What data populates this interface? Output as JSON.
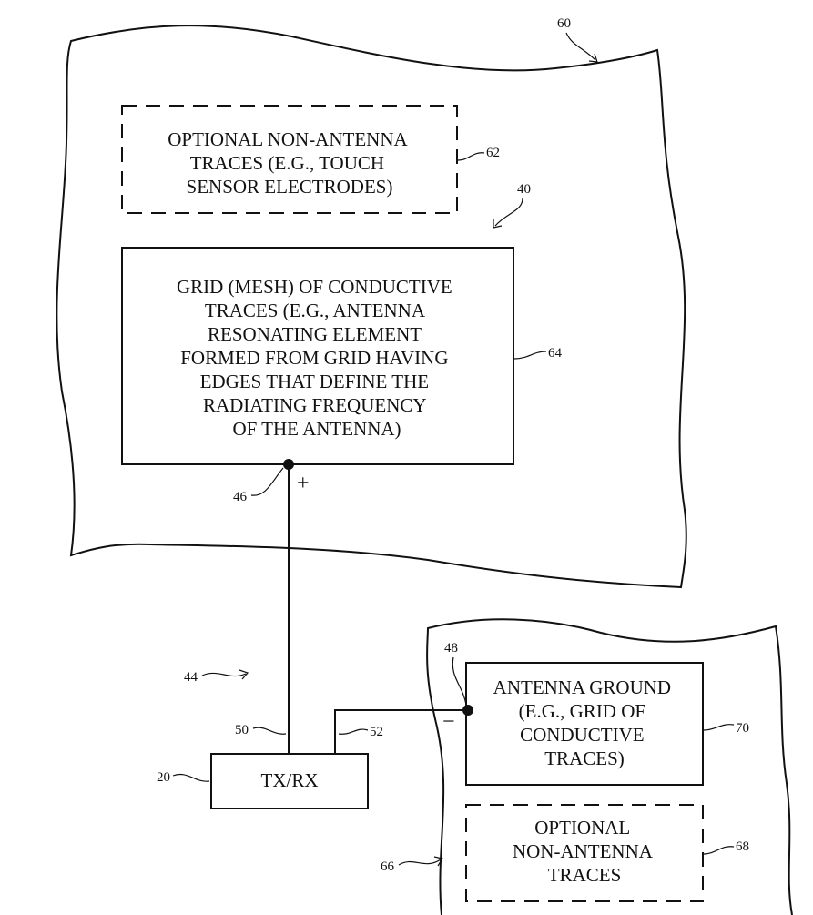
{
  "references": {
    "substrate_top": "60",
    "optional_traces_top": "62",
    "antenna_structure": "40",
    "grid_traces": "64",
    "feed_positive": "46",
    "antenna": "44",
    "path_50": "50",
    "path_52": "52",
    "transceiver": "20",
    "feed_negative": "48",
    "ground": "70",
    "optional_traces_bottom": "68",
    "substrate_bottom": "66"
  },
  "boxes": {
    "optional_top": {
      "lines": [
        "OPTIONAL NON-ANTENNA",
        "TRACES (E.G., TOUCH",
        "SENSOR ELECTRODES)"
      ]
    },
    "grid": {
      "lines": [
        "GRID (MESH) OF CONDUCTIVE",
        "TRACES (E.G., ANTENNA",
        "RESONATING ELEMENT",
        "FORMED FROM GRID HAVING",
        "EDGES THAT DEFINE THE",
        "RADIATING FREQUENCY",
        "OF THE ANTENNA)"
      ]
    },
    "txrx": {
      "lines": [
        "TX/RX"
      ]
    },
    "ground": {
      "lines": [
        "ANTENNA GROUND",
        "(E.G., GRID OF",
        "CONDUCTIVE",
        "TRACES)"
      ]
    },
    "optional_bottom": {
      "lines": [
        "OPTIONAL",
        "NON-ANTENNA",
        "TRACES"
      ]
    }
  },
  "signs": {
    "positive": "+",
    "negative": "−"
  }
}
